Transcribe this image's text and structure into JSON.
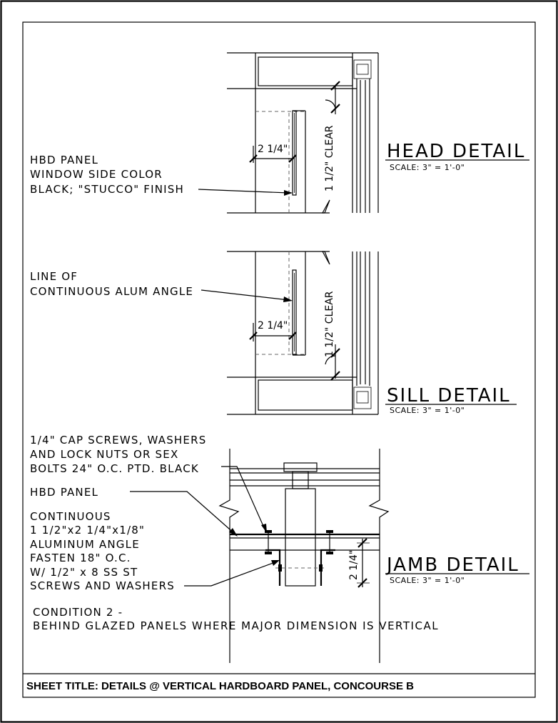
{
  "head_detail": {
    "title": "HEAD DETAIL",
    "scale": "SCALE: 3\" = 1'-0\"",
    "note_lines": [
      "HBD PANEL",
      "WINDOW SIDE COLOR",
      "BLACK; \"STUCCO\" FINISH"
    ],
    "dim_horizontal": "2 1/4\"",
    "dim_vertical": "1 1/2\" CLEAR"
  },
  "sill_detail": {
    "title": "SILL DETAIL",
    "scale": "SCALE: 3\" = 1'-0\"",
    "note_lines": [
      "LINE OF",
      "CONTINUOUS ALUM ANGLE"
    ],
    "dim_horizontal": "2 1/4\"",
    "dim_vertical": "1 1/2\" CLEAR"
  },
  "jamb_detail": {
    "title": "JAMB DETAIL",
    "scale": "SCALE: 3\" = 1'-0\"",
    "note_bolts": [
      "1/4\" CAP SCREWS, WASHERS",
      "AND LOCK NUTS OR SEX",
      "BOLTS 24\" O.C. PTD. BLACK"
    ],
    "note_panel": "HBD PANEL",
    "note_angle": [
      "CONTINUOUS",
      "1 1/2\"x2 1/4\"x1/8\"",
      "ALUMINUM ANGLE",
      "FASTEN 18\" O.C.",
      "W/ 1/2\" x 8 SS ST",
      "SCREWS AND WASHERS"
    ],
    "dim_vertical": "2 1/4\""
  },
  "condition": [
    "CONDITION 2 -",
    "BEHIND GLAZED PANELS WHERE MAJOR DIMENSION IS VERTICAL"
  ],
  "sheet_title": "SHEET TITLE:  DETAILS @ VERTICAL HARDBOARD PANEL,  CONCOURSE B"
}
